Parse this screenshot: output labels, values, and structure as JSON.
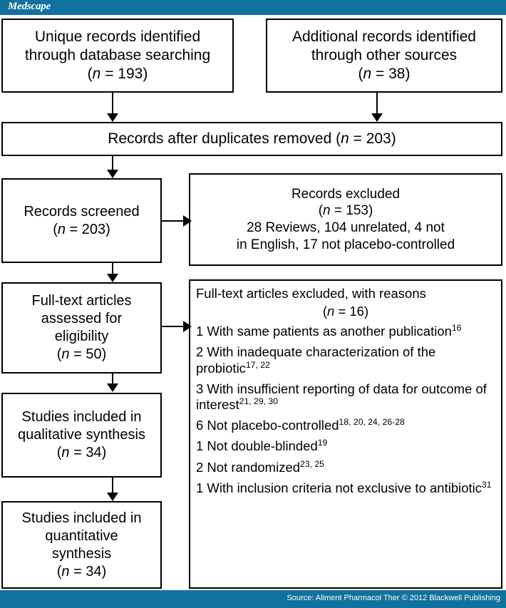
{
  "header": {
    "brand": "Medscape",
    "brand_color": "#10719f"
  },
  "footer": {
    "source": "Source: Aliment Pharmacol Ther © 2012 Blackwell Publishing",
    "bar_color": "#10719f"
  },
  "diagram": {
    "type": "prisma-flow-diagram",
    "nodes": {
      "identification_database": {
        "line1": "Unique records identified",
        "line2": "through database searching",
        "count_prefix": "(",
        "count_n": "n",
        "count_value": " = 193)"
      },
      "identification_other": {
        "line1": "Additional records identified",
        "line2": "through other sources",
        "count_prefix": "(",
        "count_n": "n",
        "count_value": " = 38)"
      },
      "duplicates_removed": {
        "line1": "Records after duplicates removed (",
        "count_n": "n",
        "count_value": " = 203)"
      },
      "records_screened": {
        "line1": "Records screened",
        "count_prefix": "(",
        "count_n": "n",
        "count_value": " = 203)"
      },
      "records_excluded": {
        "line1": "Records excluded",
        "count_prefix": "(",
        "count_n": "n",
        "count_value": " = 153)",
        "line3": "28 Reviews, 104 unrelated, 4 not",
        "line4": "in English, 17 not placebo-controlled"
      },
      "fulltext_assessed": {
        "line1": "Full-text articles",
        "line2": "assessed for",
        "line3": "eligibility",
        "count_prefix": "(",
        "count_n": "n",
        "count_value": " = 50)"
      },
      "fulltext_excluded": {
        "heading": "Full-text articles excluded, with reasons",
        "count_prefix": "(",
        "count_n": "n",
        "count_value": " = 16)",
        "reasons": [
          {
            "text": "1 With same patients as another publication",
            "refs": "16"
          },
          {
            "text": "2 With inadequate characterization of the probiotic",
            "refs": "17, 22"
          },
          {
            "text": "3 With insufficient reporting of data for outcome of interest",
            "refs": "21, 29, 30"
          },
          {
            "text": "6 Not placebo-controlled",
            "refs": "18, 20, 24, 26-28"
          },
          {
            "text": "1 Not double-blinded",
            "refs": "19"
          },
          {
            "text": "2 Not randomized",
            "refs": "23, 25"
          },
          {
            "text": "1 With inclusion criteria not exclusive to antibiotic",
            "refs": "31"
          }
        ]
      },
      "qualitative_synthesis": {
        "line1": "Studies included in",
        "line2": "qualitative synthesis",
        "count_prefix": "(",
        "count_n": "n",
        "count_value": " = 34)"
      },
      "quantitative_synthesis": {
        "line1": "Studies included in",
        "line2": "quantitative",
        "line3": "synthesis",
        "count_prefix": "(",
        "count_n": "n",
        "count_value": " = 34)"
      }
    }
  }
}
